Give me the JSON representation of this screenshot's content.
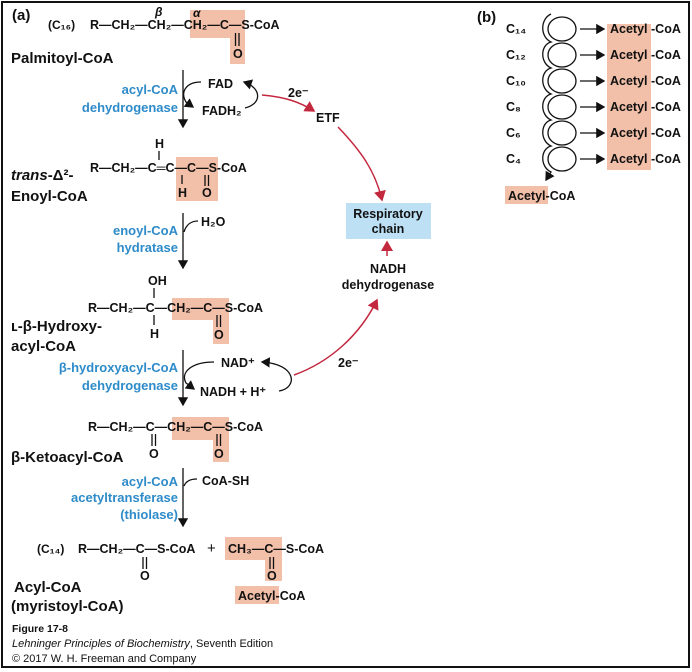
{
  "colors": {
    "enzyme": "#2e8bc9",
    "electron_path": "#c4283f",
    "highlight": "#f2bfa8",
    "respiratory_box": "#bde0f5"
  },
  "panel_a": {
    "label": "(a)",
    "palmitoyl": {
      "chain_len": "(C₁₆)",
      "formula": "R—CH₂—CH₂—CH₂—C—S-CoA",
      "beta": "β",
      "alpha": "α",
      "oxygen": "O",
      "name": "Palmitoyl-CoA"
    },
    "step1": {
      "enzyme_line1": "acyl-CoA",
      "enzyme_line2": "dehydrogenase",
      "cofactor_in": "FAD",
      "cofactor_out": "FADH₂",
      "electrons": "2e⁻",
      "carrier": "ETF"
    },
    "enoyl": {
      "formula": "R—CH₂—C═C—C—S-CoA",
      "top_h": "H",
      "bottom_h": "H",
      "oxygen": "O",
      "name_prefix": "trans",
      "name_suffix": "-Δ²-",
      "name_line2": "Enoyl-CoA"
    },
    "step2": {
      "enzyme_line1": "enoyl-CoA",
      "enzyme_line2": "hydratase",
      "reactant": "H₂O"
    },
    "hydroxy": {
      "formula": "R—CH₂—C—CH₂—C—S-CoA",
      "oh": "OH",
      "h": "H",
      "oxygen": "O",
      "name_line1": "ʟ-β-Hydroxy-",
      "name_line2": "acyl-CoA"
    },
    "step3": {
      "enzyme_line1": "β-hydroxyacyl-CoA",
      "enzyme_line2": "dehydrogenase",
      "cofactor_in": "NAD⁺",
      "cofactor_out": "NADH + H⁺",
      "electrons": "2e⁻"
    },
    "keto": {
      "formula": "R—CH₂—C—CH₂—C—S-CoA",
      "oxygen1": "O",
      "oxygen2": "O",
      "name": "β-Ketoacyl-CoA"
    },
    "step4": {
      "enzyme_line1": "acyl-CoA",
      "enzyme_line2": "acetyltransferase",
      "enzyme_line3": "(thiolase)",
      "reactant": "CoA-SH"
    },
    "products": {
      "chain_len": "(C₁₄)",
      "acyl_formula": "R—CH₂—C—S-CoA",
      "plus": "+",
      "acetyl_formula": "CH₃—C—S-CoA",
      "oxygen1": "O",
      "oxygen2": "O",
      "acyl_name_line1": "Acyl-CoA",
      "acyl_name_line2": "(myristoyl-CoA)",
      "acetyl_name_hl": "Acetyl",
      "acetyl_name_rest": "-CoA"
    },
    "respiratory_chain": {
      "line1": "Respiratory",
      "line2": "chain"
    },
    "nadh_dehydrogenase": {
      "line1": "NADH",
      "line2": "dehydrogenase"
    }
  },
  "panel_b": {
    "label": "(b)",
    "rounds": [
      {
        "carbon": "C₁₄",
        "product_hl": "Acetyl",
        "product_rest": "-CoA"
      },
      {
        "carbon": "C₁₂",
        "product_hl": "Acetyl",
        "product_rest": "-CoA"
      },
      {
        "carbon": "C₁₀",
        "product_hl": "Acetyl",
        "product_rest": "-CoA"
      },
      {
        "carbon": "C₈",
        "product_hl": "Acetyl",
        "product_rest": "-CoA"
      },
      {
        "carbon": "C₆",
        "product_hl": "Acetyl",
        "product_rest": "-CoA"
      },
      {
        "carbon": "C₄",
        "product_hl": "Acetyl",
        "product_rest": "-CoA"
      }
    ],
    "final_hl": "Acetyl",
    "final_rest": "-CoA"
  },
  "caption": {
    "figure": "Figure 17-8",
    "book_title": "Lehninger Principles of Biochemistry",
    "edition": ", Seventh Edition",
    "copyright": "© 2017 W. H. Freeman and Company"
  }
}
